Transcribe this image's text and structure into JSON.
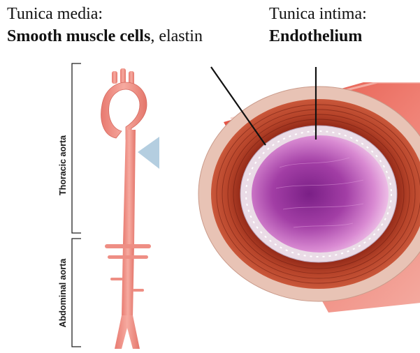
{
  "labels": {
    "tunica_media": {
      "title": "Tunica media:",
      "bold_part": "Smooth muscle cells",
      "rest_part": ", elastin"
    },
    "tunica_intima": {
      "title": "Tunica intima:",
      "bold_part": "Endothelium"
    }
  },
  "aorta_regions": {
    "thoracic": "Thoracic aorta",
    "abdominal": "Abdominal aorta"
  },
  "colors": {
    "aorta_pink": "#f29a8f",
    "adventitia": "#e8c3b5",
    "media_red": "#a8321f",
    "lumen_purple": "#a23ea5",
    "pointer_triangle": "#b4cee0"
  }
}
